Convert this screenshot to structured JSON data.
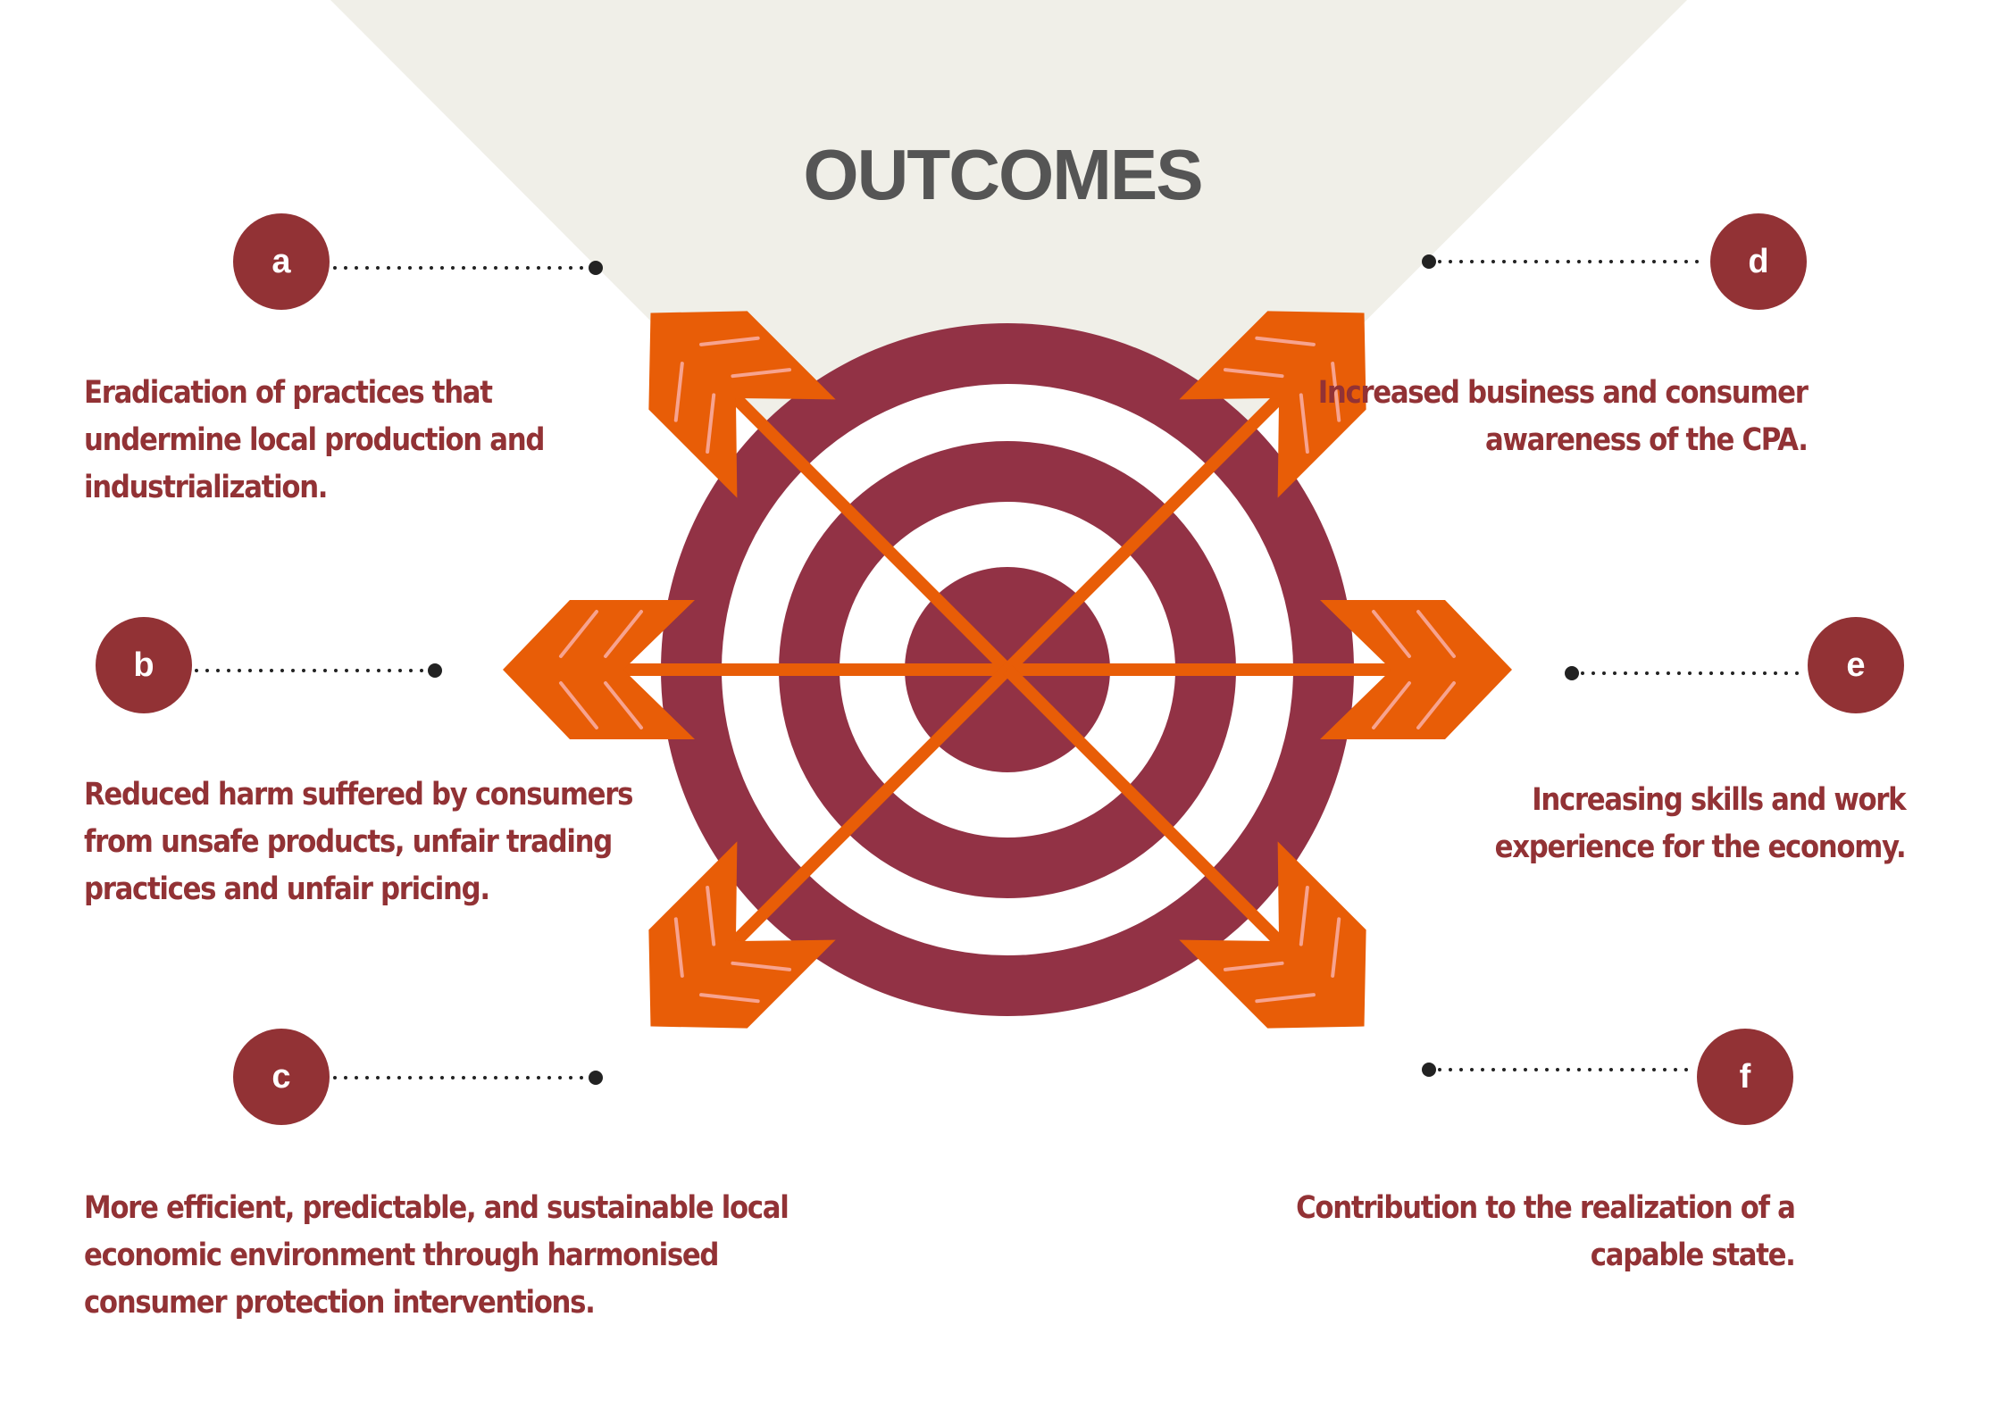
{
  "title": "OUTCOMES",
  "colors": {
    "background_wedge": "#f0efe8",
    "target": "#923245",
    "arrow": "#e85d07",
    "arrow_stripe": "#f7a38f",
    "badge": "#923235",
    "text": "#923235",
    "title": "#555555",
    "connector": "#222222"
  },
  "outcomes": [
    {
      "letter": "a",
      "lines": [
        "Eradication of practices that",
        "undermine local production and",
        "industrialization."
      ]
    },
    {
      "letter": "b",
      "lines": [
        "Reduced harm suffered by consumers",
        "from unsafe products, unfair trading",
        "practices and unfair pricing."
      ]
    },
    {
      "letter": "c",
      "lines": [
        "More efficient, predictable, and sustainable local",
        "economic environment through harmonised",
        "consumer protection interventions."
      ]
    },
    {
      "letter": "d",
      "lines": [
        "Increased business and consumer",
        "awareness of the CPA."
      ]
    },
    {
      "letter": "e",
      "lines": [
        "Increasing skills and work",
        "experience for the economy."
      ]
    },
    {
      "letter": "f",
      "lines": [
        "Contribution to the realization of a",
        "capable state."
      ]
    }
  ]
}
